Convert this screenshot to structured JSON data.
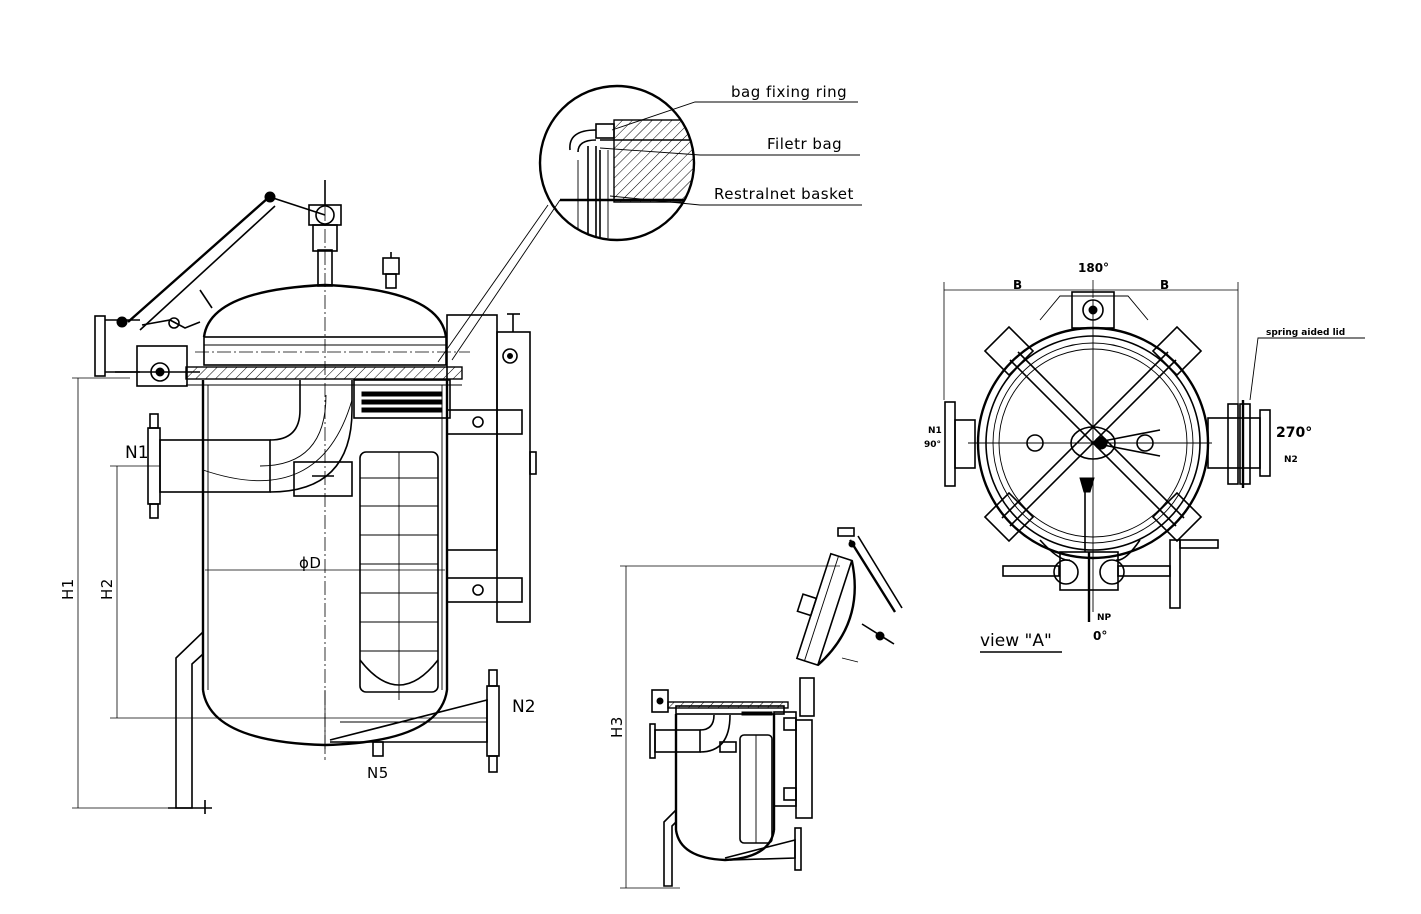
{
  "detail": {
    "bag_fixing_ring": "bag fixing ring",
    "filter_bag": "Filetr bag",
    "restraint_basket": "Restralnet basket"
  },
  "nozzles": {
    "n1": "N1",
    "n2": "N2",
    "n5": "N5"
  },
  "dimensions": {
    "h1": "H1",
    "h2": "H2",
    "h3": "H3",
    "diameter": "ϕD",
    "b_left": "B",
    "b_right": "B"
  },
  "view_a": {
    "title": "view \"A\"",
    "angle_top": "180°",
    "angle_right": "270°",
    "angle_left": "90°",
    "angle_bottom": "0°",
    "n1_label": "N1",
    "n2_label": "N2",
    "np_label": "NP",
    "lid_note": "spring aided lid"
  }
}
